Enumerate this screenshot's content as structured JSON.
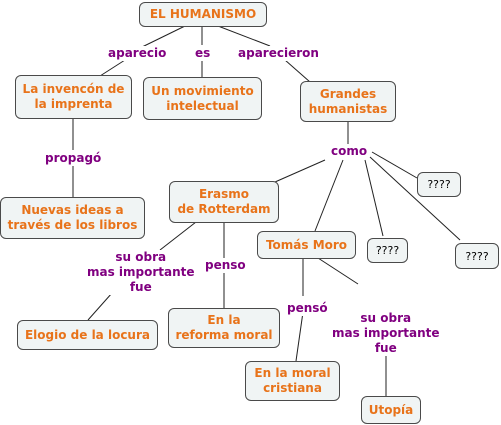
{
  "nodes": {
    "humanismo": "EL HUMANISMO",
    "invencion": "La invencón de\nla imprenta",
    "movimiento": "Un movimiento\nintelectual",
    "grandes": "Grandes\nhumanistas",
    "nuevas_ideas": "Nuevas ideas a\ntravés de los libros",
    "erasmo": "Erasmo\nde Rotterdam",
    "tomas_moro": "Tomás Moro",
    "unknown1": "????",
    "unknown2": "????",
    "unknown3": "????",
    "elogio": "Elogio de la locura",
    "reforma": "En la\nreforma moral",
    "moral_cristiana": "En la moral\ncristiana",
    "utopia": "Utopía"
  },
  "labels": {
    "aparecio": "aparecio",
    "es": "es",
    "aparecieron": "aparecieron",
    "propago": "propagó",
    "como": "como",
    "su_obra_erasmo": "su obra\nmas importante\nfue",
    "penso_erasmo": "penso",
    "penso_moro": "pensó",
    "su_obra_moro": "su obra\nmas importante\nfue"
  },
  "colors": {
    "concept_text": "#e8731a",
    "linking_text": "#800080",
    "node_fill": "#f0f4f4",
    "node_border": "#4a4a4a"
  }
}
